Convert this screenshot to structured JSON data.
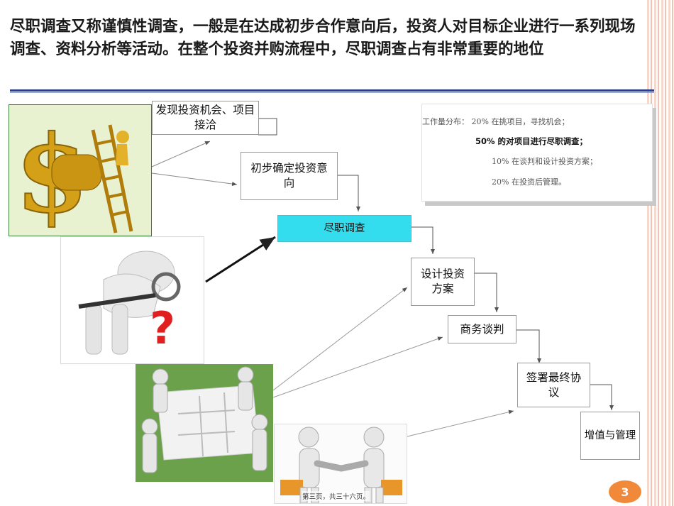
{
  "slide": {
    "title": "尽职调查又称谨慎性调查，一般是在达成初步合作意向后，投资人对目标企业进行一系列现场调查、资料分析等活动。在整个投资并购流程中，尽职调查占有非常重要的地位",
    "page_number": "3",
    "footer": "第三页，共三十六页。"
  },
  "flow": {
    "step1": "发现投资机会、项目接洽",
    "step2": "初步确定投资意向",
    "step3": "尽职调查",
    "step4": "设计投资方案",
    "step5": "商务谈判",
    "step6": "签署最终协议",
    "step7": "增值与管理"
  },
  "workload": {
    "line1": "工作量分布： 20% 在挑项目，寻找机会；",
    "line2": "50% 的对项目进行尽职调查；",
    "line3": "10% 在谈判和设计投资方案；",
    "line4": "20% 在投资后管理。"
  },
  "colors": {
    "highlight": "#33ddee",
    "rule": "#2c3e88",
    "page_badge": "#f08a3a"
  },
  "images": [
    "gold-dollar-ladder",
    "magnifier-question",
    "puzzle-team",
    "handshake"
  ]
}
